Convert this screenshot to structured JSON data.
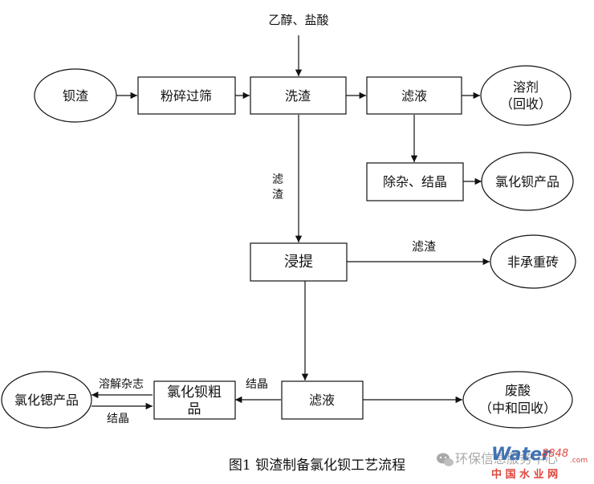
{
  "nodes": {
    "barium_slag": "钡渣",
    "crush_sieve": "粉碎过筛",
    "wash_slag": "洗渣",
    "filtrate_top": "滤液",
    "solvent_line1": "溶剂",
    "solvent_line2": "（回收）",
    "impurity_crystal": "除杂、结晶",
    "bacl2_product": "氯化钡产品",
    "leach": "浸提",
    "nonbearing_brick": "非承重砖",
    "filtrate_bottom": "滤液",
    "waste_acid_line1": "废酸",
    "waste_acid_line2": "（中和回收）",
    "crude_line1": "氯化钡粗",
    "crude_line2": "品",
    "srcl2_product": "氯化锶产品"
  },
  "edge_labels": {
    "ethanol_hcl": "乙醇、盐酸",
    "filter_residue_v1": "滤",
    "filter_residue_v2": "渣",
    "filter_residue_right": "滤渣",
    "crystal_mid": "结晶",
    "dissolve_impurity": "溶解杂志",
    "crystal_left": "结晶"
  },
  "caption": "图1  钡渣制备氯化钡工艺流程",
  "watermark": {
    "channel": "环保信息服务中心",
    "brand": "Water",
    "brand_num": "8848",
    "brand_domain": ".com",
    "brand_cn": "中 国 水 业 网"
  },
  "colors": {
    "line": "#111111",
    "brand_blue": "#1f5aa6",
    "brand_red": "#d9261c"
  }
}
